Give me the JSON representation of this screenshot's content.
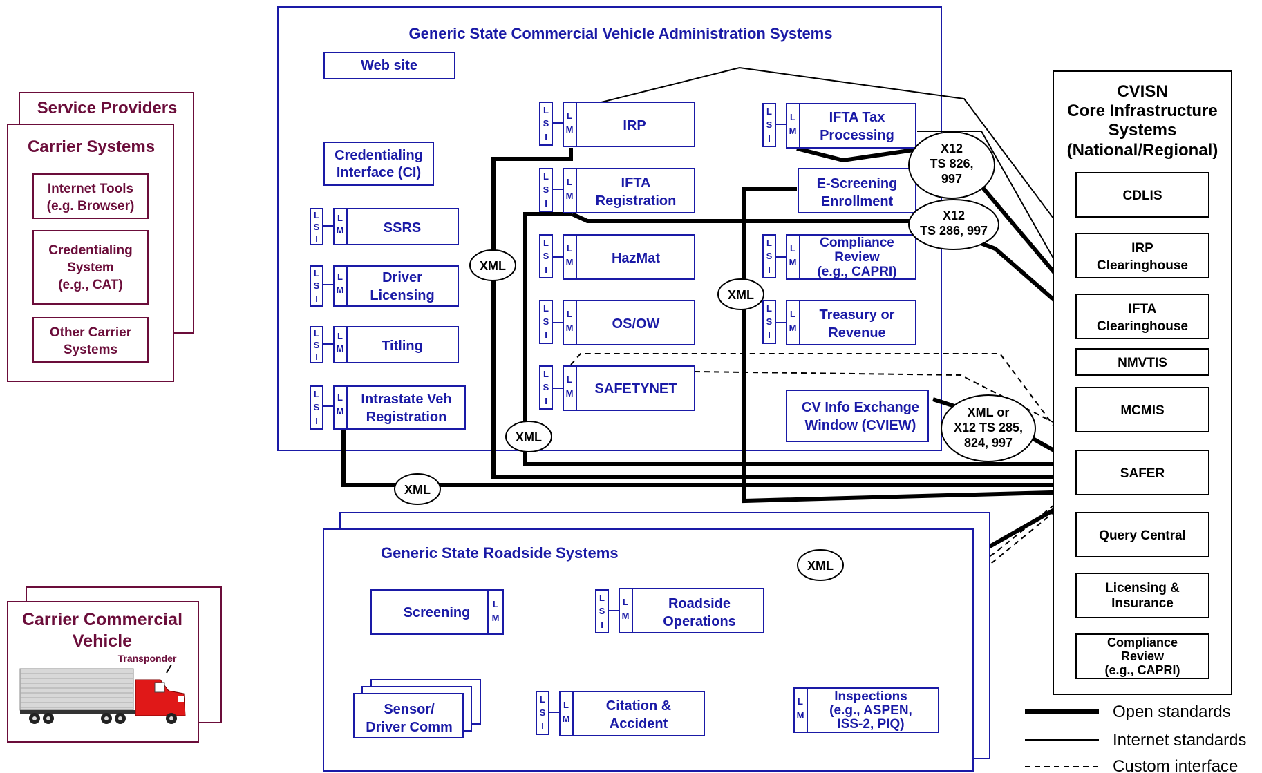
{
  "colors": {
    "state_blue": "#1a1aa6",
    "carrier_maroon": "#6b0d3a",
    "core_black": "#000000"
  },
  "state_admin": {
    "title": "Generic State Commercial Vehicle Administration Systems",
    "web_site": "Web site",
    "credentialing_interface": [
      "Credentialing",
      "Interface (CI)"
    ],
    "ssrs": "SSRS",
    "driver_licensing": [
      "Driver",
      "Licensing"
    ],
    "titling": "Titling",
    "intrastate": [
      "Intrastate Veh",
      "Registration"
    ],
    "irp": "IRP",
    "ifta_registration": [
      "IFTA",
      "Registration"
    ],
    "hazmat": "HazMat",
    "osow": "OS/OW",
    "safetynet": "SAFETYNET",
    "ifta_tax": [
      "IFTA Tax",
      "Processing"
    ],
    "escreening": [
      "E-Screening",
      "Enrollment"
    ],
    "compliance_review": [
      "Compliance",
      "Review",
      "(e.g., CAPRI)"
    ],
    "treasury": [
      "Treasury or",
      "Revenue"
    ],
    "cview": [
      "CV Info Exchange",
      "Window (CVIEW)"
    ]
  },
  "adapters": {
    "lsi": [
      "L",
      "S",
      "I"
    ],
    "lm": [
      "L",
      "M"
    ]
  },
  "roadside": {
    "title": "Generic State Roadside Systems",
    "screening": "Screening",
    "roadside_operations": [
      "Roadside",
      "Operations"
    ],
    "sensor": [
      "Sensor/",
      "Driver Comm"
    ],
    "citation": [
      "Citation &",
      "Accident"
    ],
    "inspections": [
      "Inspections",
      "(e.g., ASPEN,",
      "ISS-2, PIQ)"
    ]
  },
  "carrier": {
    "service_providers": "Service Providers",
    "carrier_systems": "Carrier Systems",
    "internet_tools": [
      "Internet Tools",
      "(e.g. Browser)"
    ],
    "credentialing_system": [
      "Credentialing",
      "System",
      "(e.g., CAT)"
    ],
    "other_carrier": [
      "Other Carrier",
      "Systems"
    ],
    "commercial_vehicle": [
      "Carrier Commercial",
      "Vehicle"
    ],
    "transponder": "Transponder"
  },
  "cvisn": {
    "title": [
      "CVISN",
      "Core Infrastructure",
      "Systems",
      "(National/Regional)"
    ],
    "cdlis": "CDLIS",
    "irp_clearinghouse": [
      "IRP",
      "Clearinghouse"
    ],
    "ifta_clearinghouse": [
      "IFTA",
      "Clearinghouse"
    ],
    "nmvtis": "NMVTIS",
    "mcmis": "MCMIS",
    "safer": "SAFER",
    "query_central": "Query Central",
    "licensing": [
      "Licensing &",
      "Insurance"
    ],
    "compliance": [
      "Compliance",
      "Review",
      "(e.g., CAPRI)"
    ]
  },
  "connectors": {
    "xml": "XML",
    "x12_826": [
      "X12",
      "TS 826,",
      "997"
    ],
    "x12_286": [
      "X12",
      "TS 286, 997"
    ],
    "xml_or_x12": [
      "XML or",
      "X12 TS 285,",
      "824, 997"
    ]
  },
  "legend": {
    "open": "Open standards",
    "internet": "Internet standards",
    "custom": "Custom interface"
  }
}
